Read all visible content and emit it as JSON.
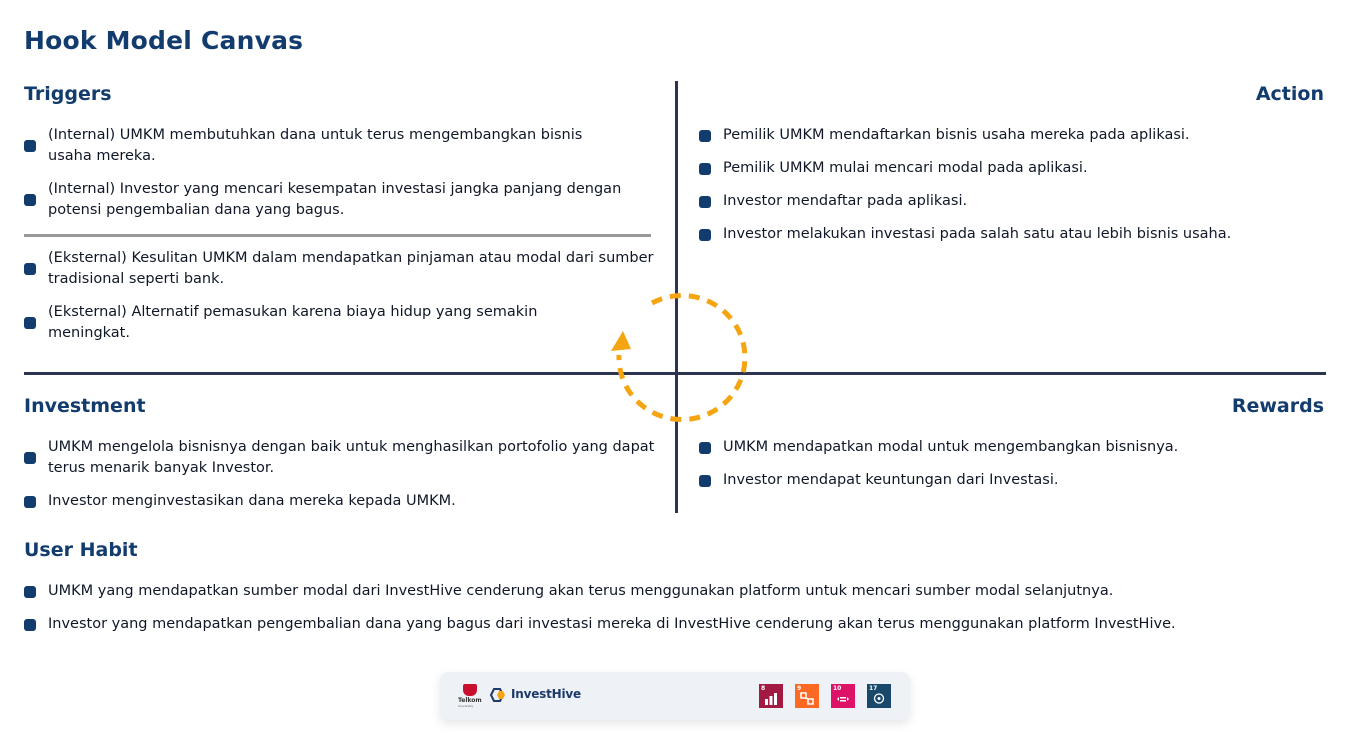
{
  "page": {
    "title": "Hook Model Canvas"
  },
  "triggers": {
    "heading": "Triggers",
    "internal": [
      "(Internal) UMKM membutuhkan dana untuk terus mengembangkan bisnis usaha mereka.",
      "(Internal) Investor yang mencari kesempatan investasi jangka panjang dengan potensi pengembalian dana yang bagus."
    ],
    "external": [
      "(Eksternal) Kesulitan UMKM dalam mendapatkan pinjaman atau modal dari sumber tradisional seperti bank.",
      "(Eksternal) Alternatif pemasukan karena biaya hidup yang semakin meningkat."
    ]
  },
  "action": {
    "heading": "Action",
    "items": [
      "Pemilik UMKM mendaftarkan bisnis usaha mereka pada aplikasi.",
      "Pemilik UMKM mulai mencari modal pada aplikasi.",
      "Investor mendaftar pada aplikasi.",
      "Investor melakukan investasi pada salah satu atau lebih bisnis usaha."
    ]
  },
  "investment": {
    "heading": "Investment",
    "items": [
      "UMKM mengelola bisnisnya dengan baik untuk menghasilkan portofolio yang dapat terus menarik banyak Investor.",
      "Investor menginvestasikan dana mereka kepada UMKM."
    ]
  },
  "rewards": {
    "heading": "Rewards",
    "items": [
      "UMKM mendapatkan modal untuk mengembangkan bisnisnya.",
      "Investor mendapat keuntungan dari Investasi."
    ]
  },
  "user_habit": {
    "heading": "User Habit",
    "items": [
      "UMKM yang mendapatkan sumber modal dari InvestHive cenderung akan terus menggunakan platform untuk mencari sumber modal selanjutnya.",
      "Investor yang mendapatkan pengembalian dana yang bagus dari investasi mereka di InvestHive cenderung akan terus menggunakan platform InvestHive."
    ]
  },
  "footer": {
    "telkom_logo_text": "Telkom",
    "telkom_logo_sub": "University",
    "brand_name": "InvestHive",
    "sdg_icons": [
      {
        "number": "8",
        "icon": "decent-work-economic-growth-icon",
        "color": "#a21942"
      },
      {
        "number": "9",
        "icon": "industry-innovation-icon",
        "color": "#fd6925"
      },
      {
        "number": "10",
        "icon": "reduced-inequalities-icon",
        "color": "#dd1367"
      },
      {
        "number": "17",
        "icon": "partnerships-icon",
        "color": "#19486a"
      }
    ]
  },
  "colors": {
    "heading": "#133c6e",
    "divider": "#2c3450",
    "cycle_arrow": "#f5a511"
  }
}
